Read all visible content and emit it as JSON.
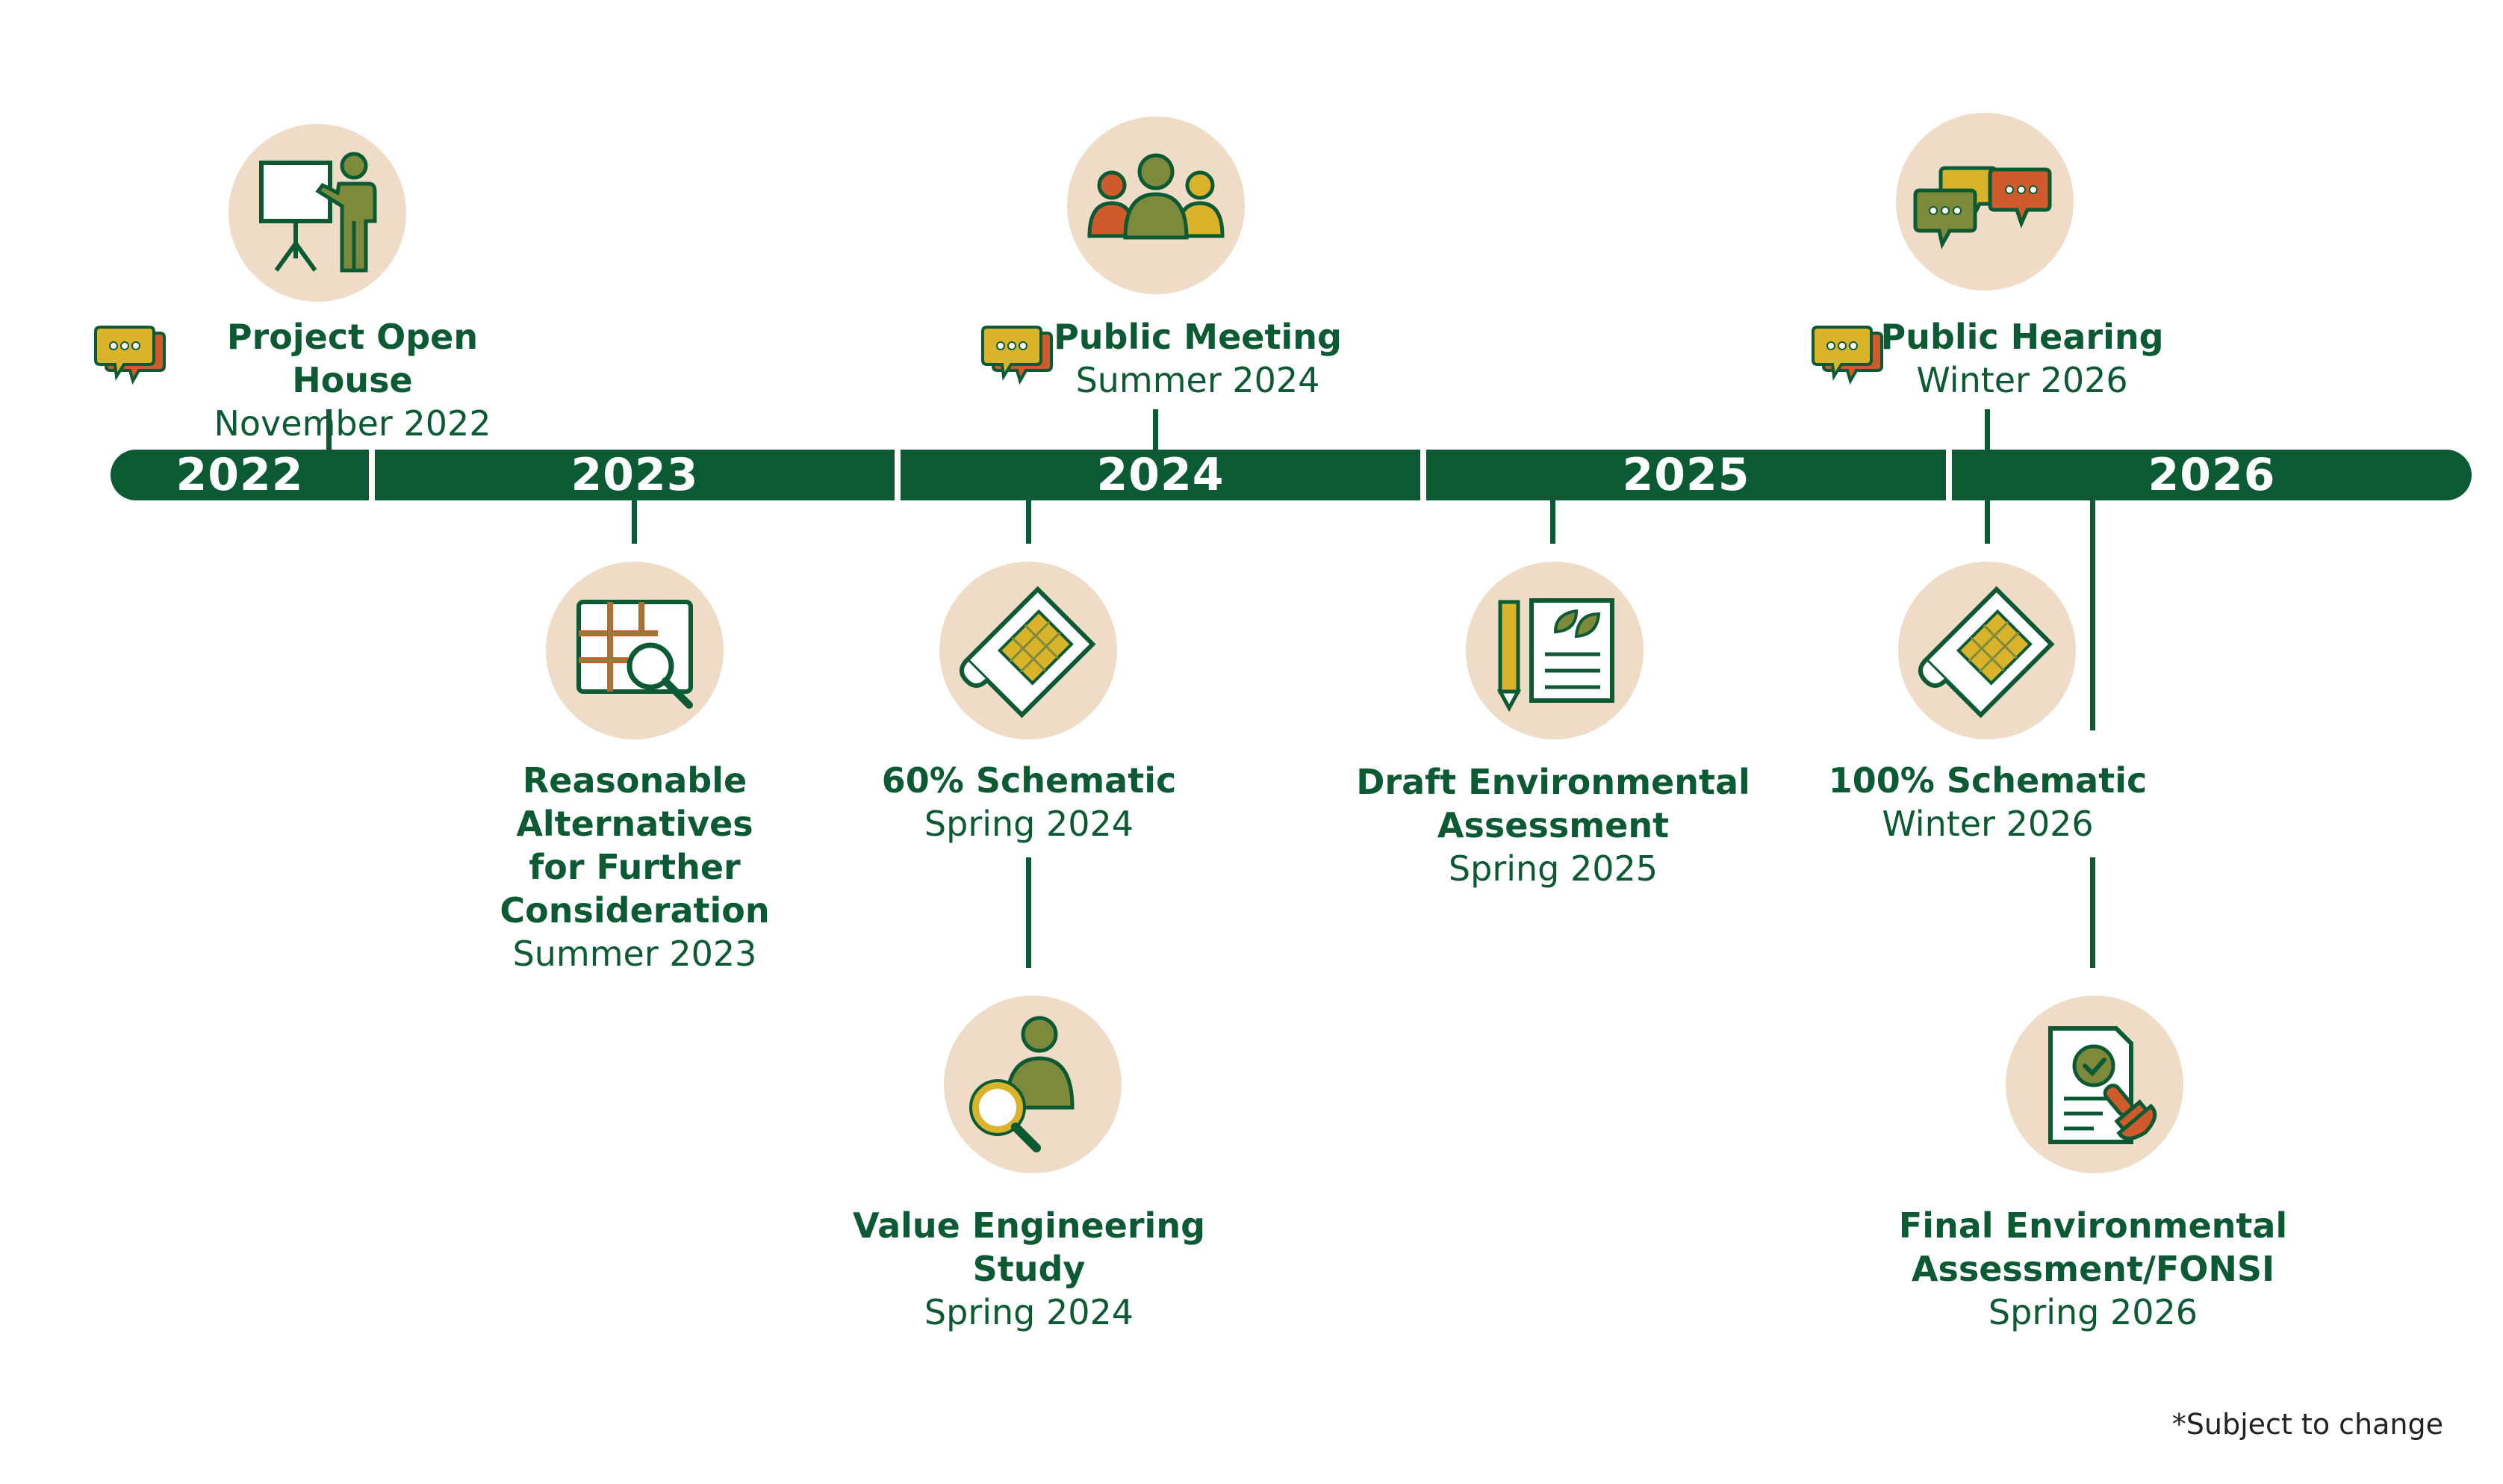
{
  "years": [
    "2022",
    "2023",
    "2024",
    "2025",
    "2026"
  ],
  "events": {
    "open_house": {
      "title": "Project Open House",
      "date": "November 2022",
      "icon": "presenter-icon"
    },
    "alternatives": {
      "title_lines": [
        "Reasonable",
        "Alternatives",
        "for Further",
        "Consideration"
      ],
      "date": "Summer 2023",
      "icon": "map-search-icon"
    },
    "schematic60": {
      "title": "60% Schematic",
      "date": "Spring 2024",
      "icon": "blueprint-icon"
    },
    "value_eng": {
      "title_lines": [
        "Value Engineering",
        "Study"
      ],
      "date": "Spring 2024",
      "icon": "person-search-icon"
    },
    "public_meeting": {
      "title": "Public Meeting",
      "date": "Summer 2024",
      "icon": "group-icon"
    },
    "draft_ea": {
      "title_lines": [
        "Draft Environmental",
        "Assessment"
      ],
      "date": "Spring 2025",
      "icon": "document-leaf-icon"
    },
    "public_hearing": {
      "title": "Public Hearing",
      "date": "Winter 2026",
      "icon": "chat-bubbles-icon"
    },
    "schematic100": {
      "title": "100% Schematic",
      "date": "Winter 2026",
      "icon": "blueprint-icon"
    },
    "final_ea": {
      "title_lines": [
        "Final Environmental",
        "Assessment/FONSI"
      ],
      "date": "Spring 2026",
      "icon": "approved-document-icon"
    }
  },
  "footnote": "*Subject to change",
  "colors": {
    "dark_green": "#0b5a34",
    "circle_bg": "#efdcc6",
    "olive": "#7d8a3c",
    "gold": "#d9b32a",
    "orange": "#cf5a2b"
  }
}
